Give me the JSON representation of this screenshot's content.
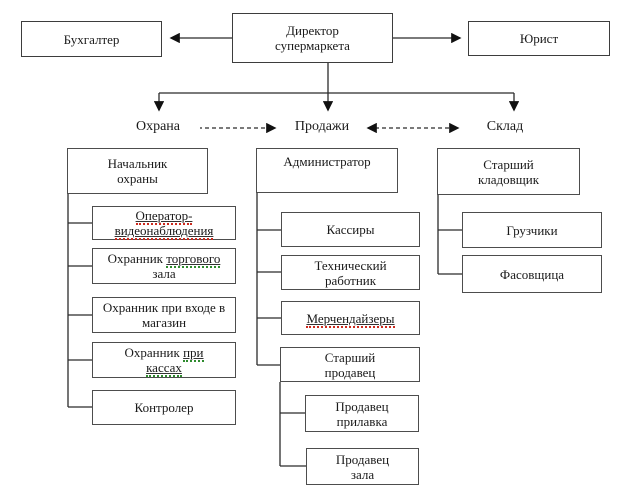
{
  "top_row": {
    "accountant": {
      "label": "Бухгалтер"
    },
    "director": {
      "line1": "Директор",
      "line2": "супермаркета"
    },
    "lawyer": {
      "label": "Юрист"
    }
  },
  "branch_labels": {
    "security": "Охрана",
    "sales": "Продажи",
    "warehouse": "Склад"
  },
  "security_branch": {
    "head": {
      "line1": "Начальник",
      "line2": "охраны"
    },
    "video_operator": {
      "line1": "Оператор-",
      "line2": "видеонаблюдения"
    },
    "guard_sales_floor": {
      "line1_plain": "Охранник ",
      "line1_marked": "торгового",
      "line2": "зала"
    },
    "guard_entrance": {
      "line1": "Охранник при входе в",
      "line2": "магазин"
    },
    "guard_checkout": {
      "line1_plain": "Охранник ",
      "line1_marked": "при",
      "line2_marked": "кассах"
    },
    "controller": {
      "label": "Контролер"
    }
  },
  "sales_branch": {
    "administrator": {
      "label": "Администратор"
    },
    "cashiers": {
      "label": "Кассиры"
    },
    "tech_worker": {
      "line1": "Технический",
      "line2": "работник"
    },
    "merchandisers": {
      "label": "Мерчендайзеры"
    },
    "senior_seller": {
      "line1": "Старший",
      "line2": "продавец"
    },
    "counter_seller": {
      "line1": "Продавец",
      "line2": "прилавка"
    },
    "floor_seller": {
      "line1": "Продавец",
      "line2": "зала"
    }
  },
  "warehouse_branch": {
    "senior_storekeeper": {
      "line1": "Старший",
      "line2": "кладовщик"
    },
    "loaders": {
      "label": "Грузчики"
    },
    "packer": {
      "label": "Фасовщица"
    }
  },
  "colors": {
    "background": "#ffffff",
    "box_border": "#4d4d4d",
    "connector_line": "#2b2b2b",
    "text": "#1a1a1a",
    "spellcheck_red": "#cc2a1e",
    "spellcheck_green": "#2e8b2e"
  }
}
